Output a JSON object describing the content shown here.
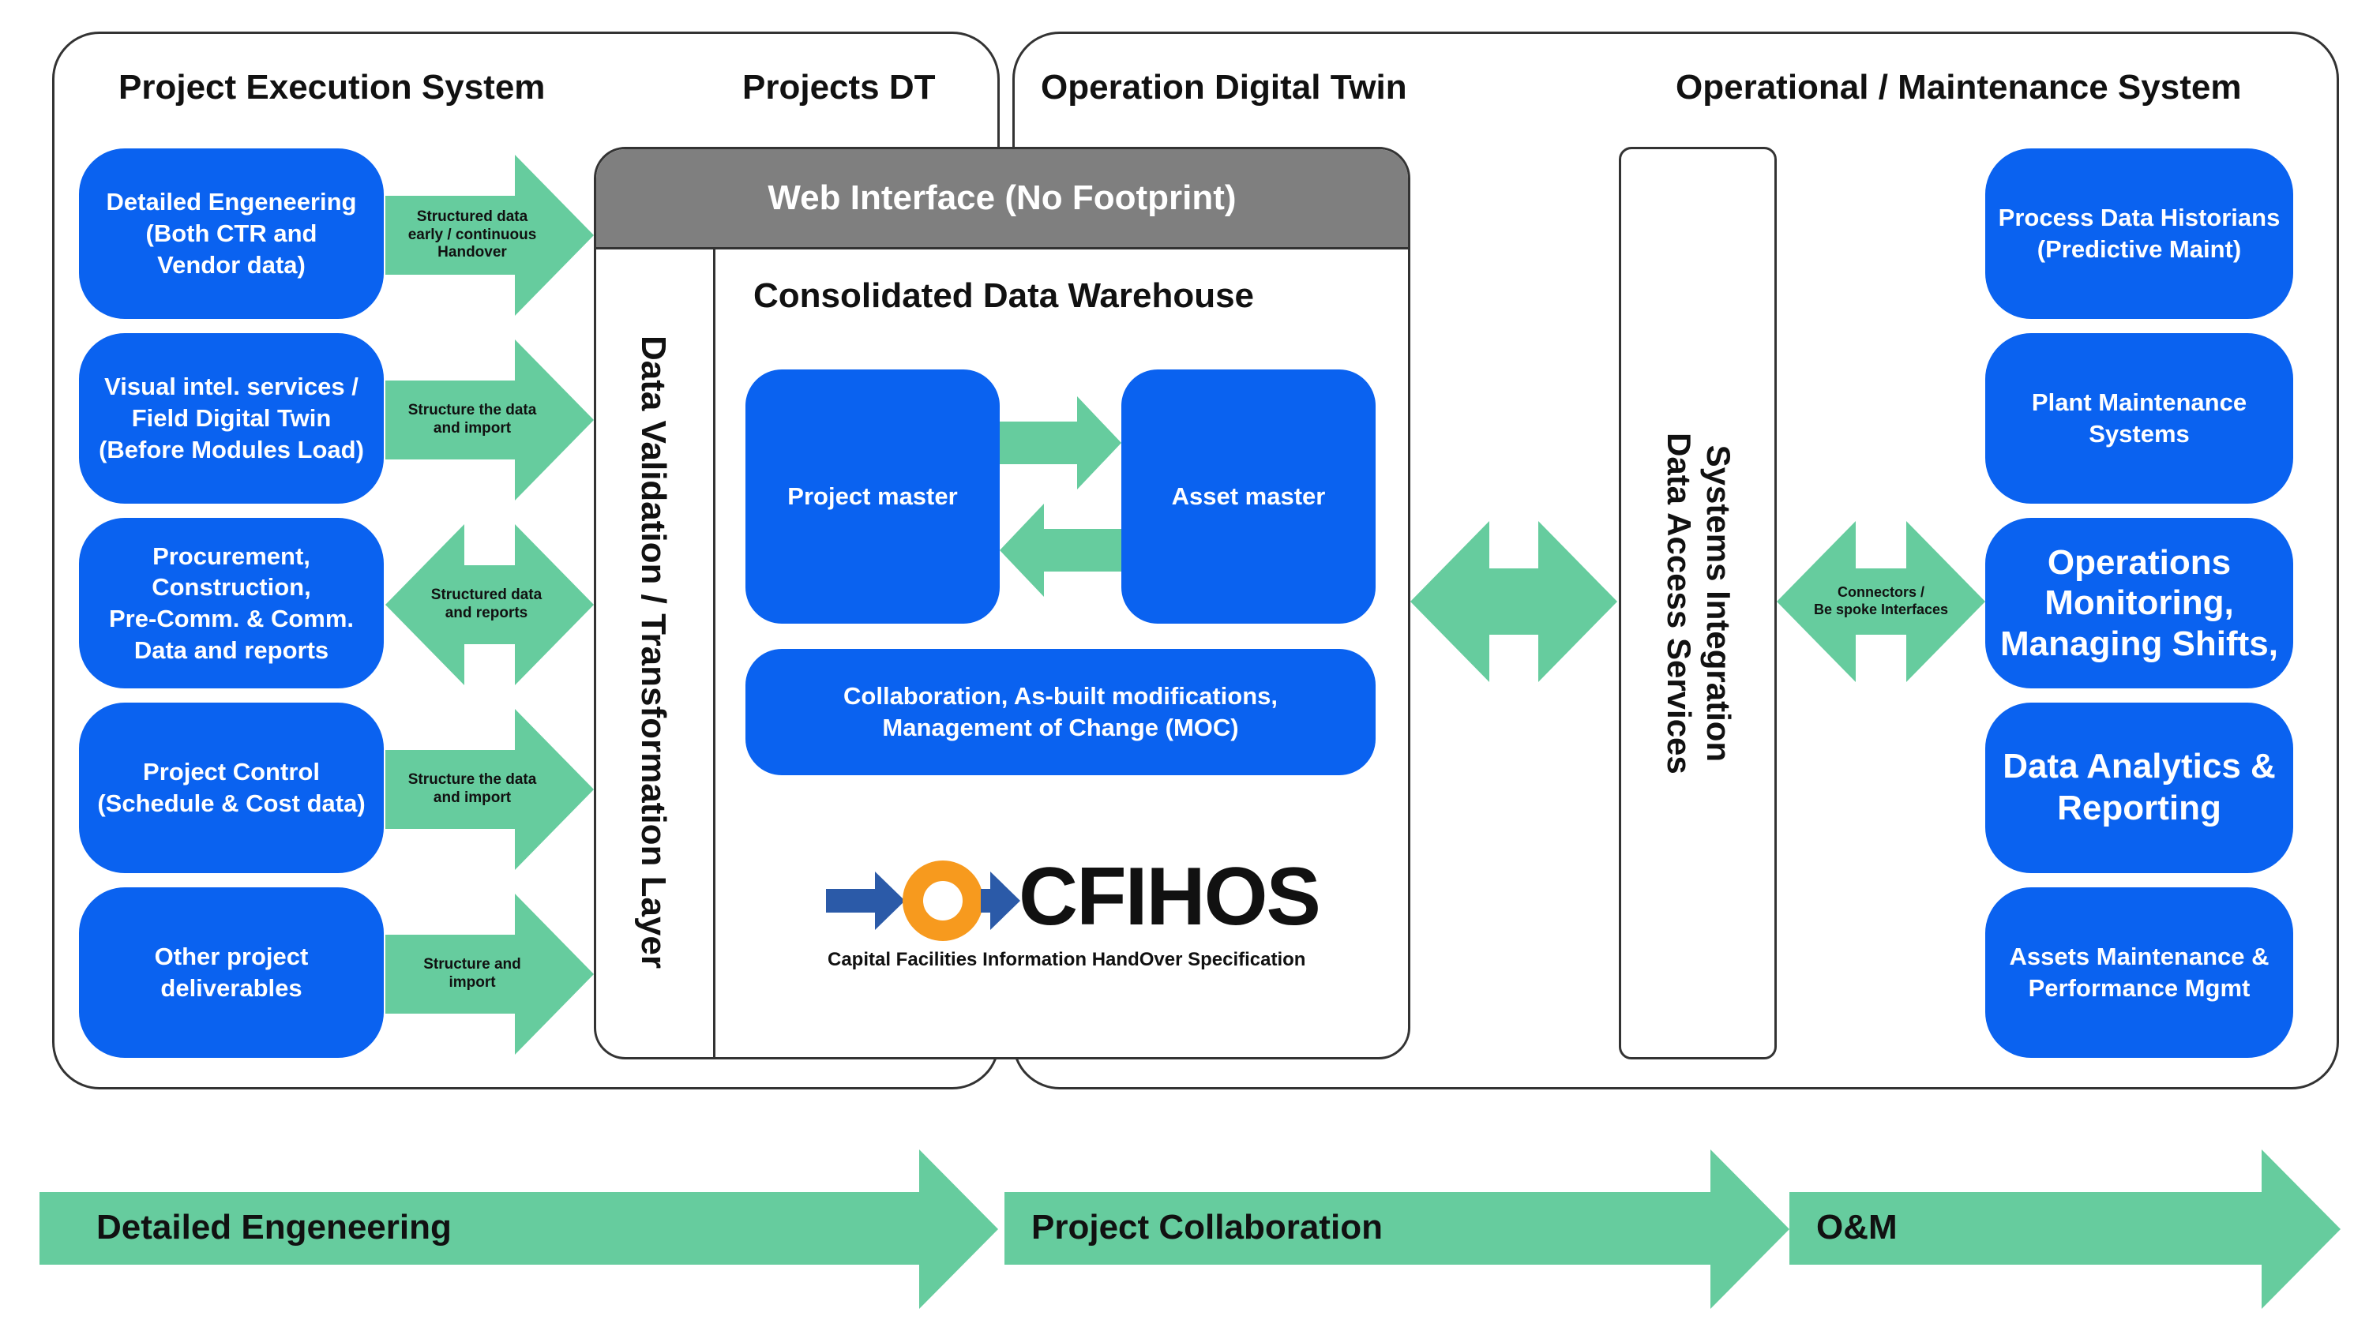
{
  "left_panel": {
    "title": "Project Execution System",
    "subtitle": "Projects DT",
    "sources": [
      {
        "label": "Detailed Engeneering\n(Both CTR and\nVendor data)",
        "arrow_label": "Structured data\nearly / continuous\nHandover"
      },
      {
        "label": "Visual intel. services /\nField Digital Twin\n(Before Modules Load)",
        "arrow_label": "Structure the data\nand import"
      },
      {
        "label": "Procurement,\nConstruction,\nPre-Comm. & Comm.\nData and reports",
        "arrow_label": "Structured data\nand reports"
      },
      {
        "label": "Project Control\n(Schedule & Cost data)",
        "arrow_label": "Structure the data\nand import"
      },
      {
        "label": "Other project\ndeliverables",
        "arrow_label": "Structure and\nimport"
      }
    ]
  },
  "center": {
    "web_interface": "Web Interface (No Footprint)",
    "validation_layer": "Data Validation / Transformation Layer",
    "warehouse_title": "Consolidated Data Warehouse",
    "project_master": "Project master",
    "asset_master": "Asset master",
    "collaboration": "Collaboration, As-built modifications,\nManagement of Change (MOC)",
    "logo": {
      "text": "CFIHOS",
      "tagline": "Capital Facilities Information HandOver Specification"
    }
  },
  "right_panel": {
    "title": "Operation Digital Twin",
    "subtitle": "Operational / Maintenance System",
    "integration_layer": "Systems Integration\nData Access Services",
    "connector_label": "Connectors /\nBe spoke Interfaces",
    "targets": [
      {
        "label": "Process Data Historians\n(Predictive Maint)"
      },
      {
        "label": "Plant Maintenance\nSystems"
      },
      {
        "label": "Operations\nMonitoring,\nManaging Shifts,"
      },
      {
        "label": "Data Analytics &\nReporting"
      },
      {
        "label": "Assets Maintenance &\nPerformance Mgmt"
      }
    ]
  },
  "stages": [
    "Detailed Engeneering",
    "Project Collaboration",
    "O&M"
  ],
  "colors": {
    "box_blue": "#0a62f0",
    "arrow_green": "#66cc9e",
    "header_gray": "#7f7f7f",
    "logo_orange": "#f79a1e",
    "logo_navy": "#2b5aa8"
  }
}
